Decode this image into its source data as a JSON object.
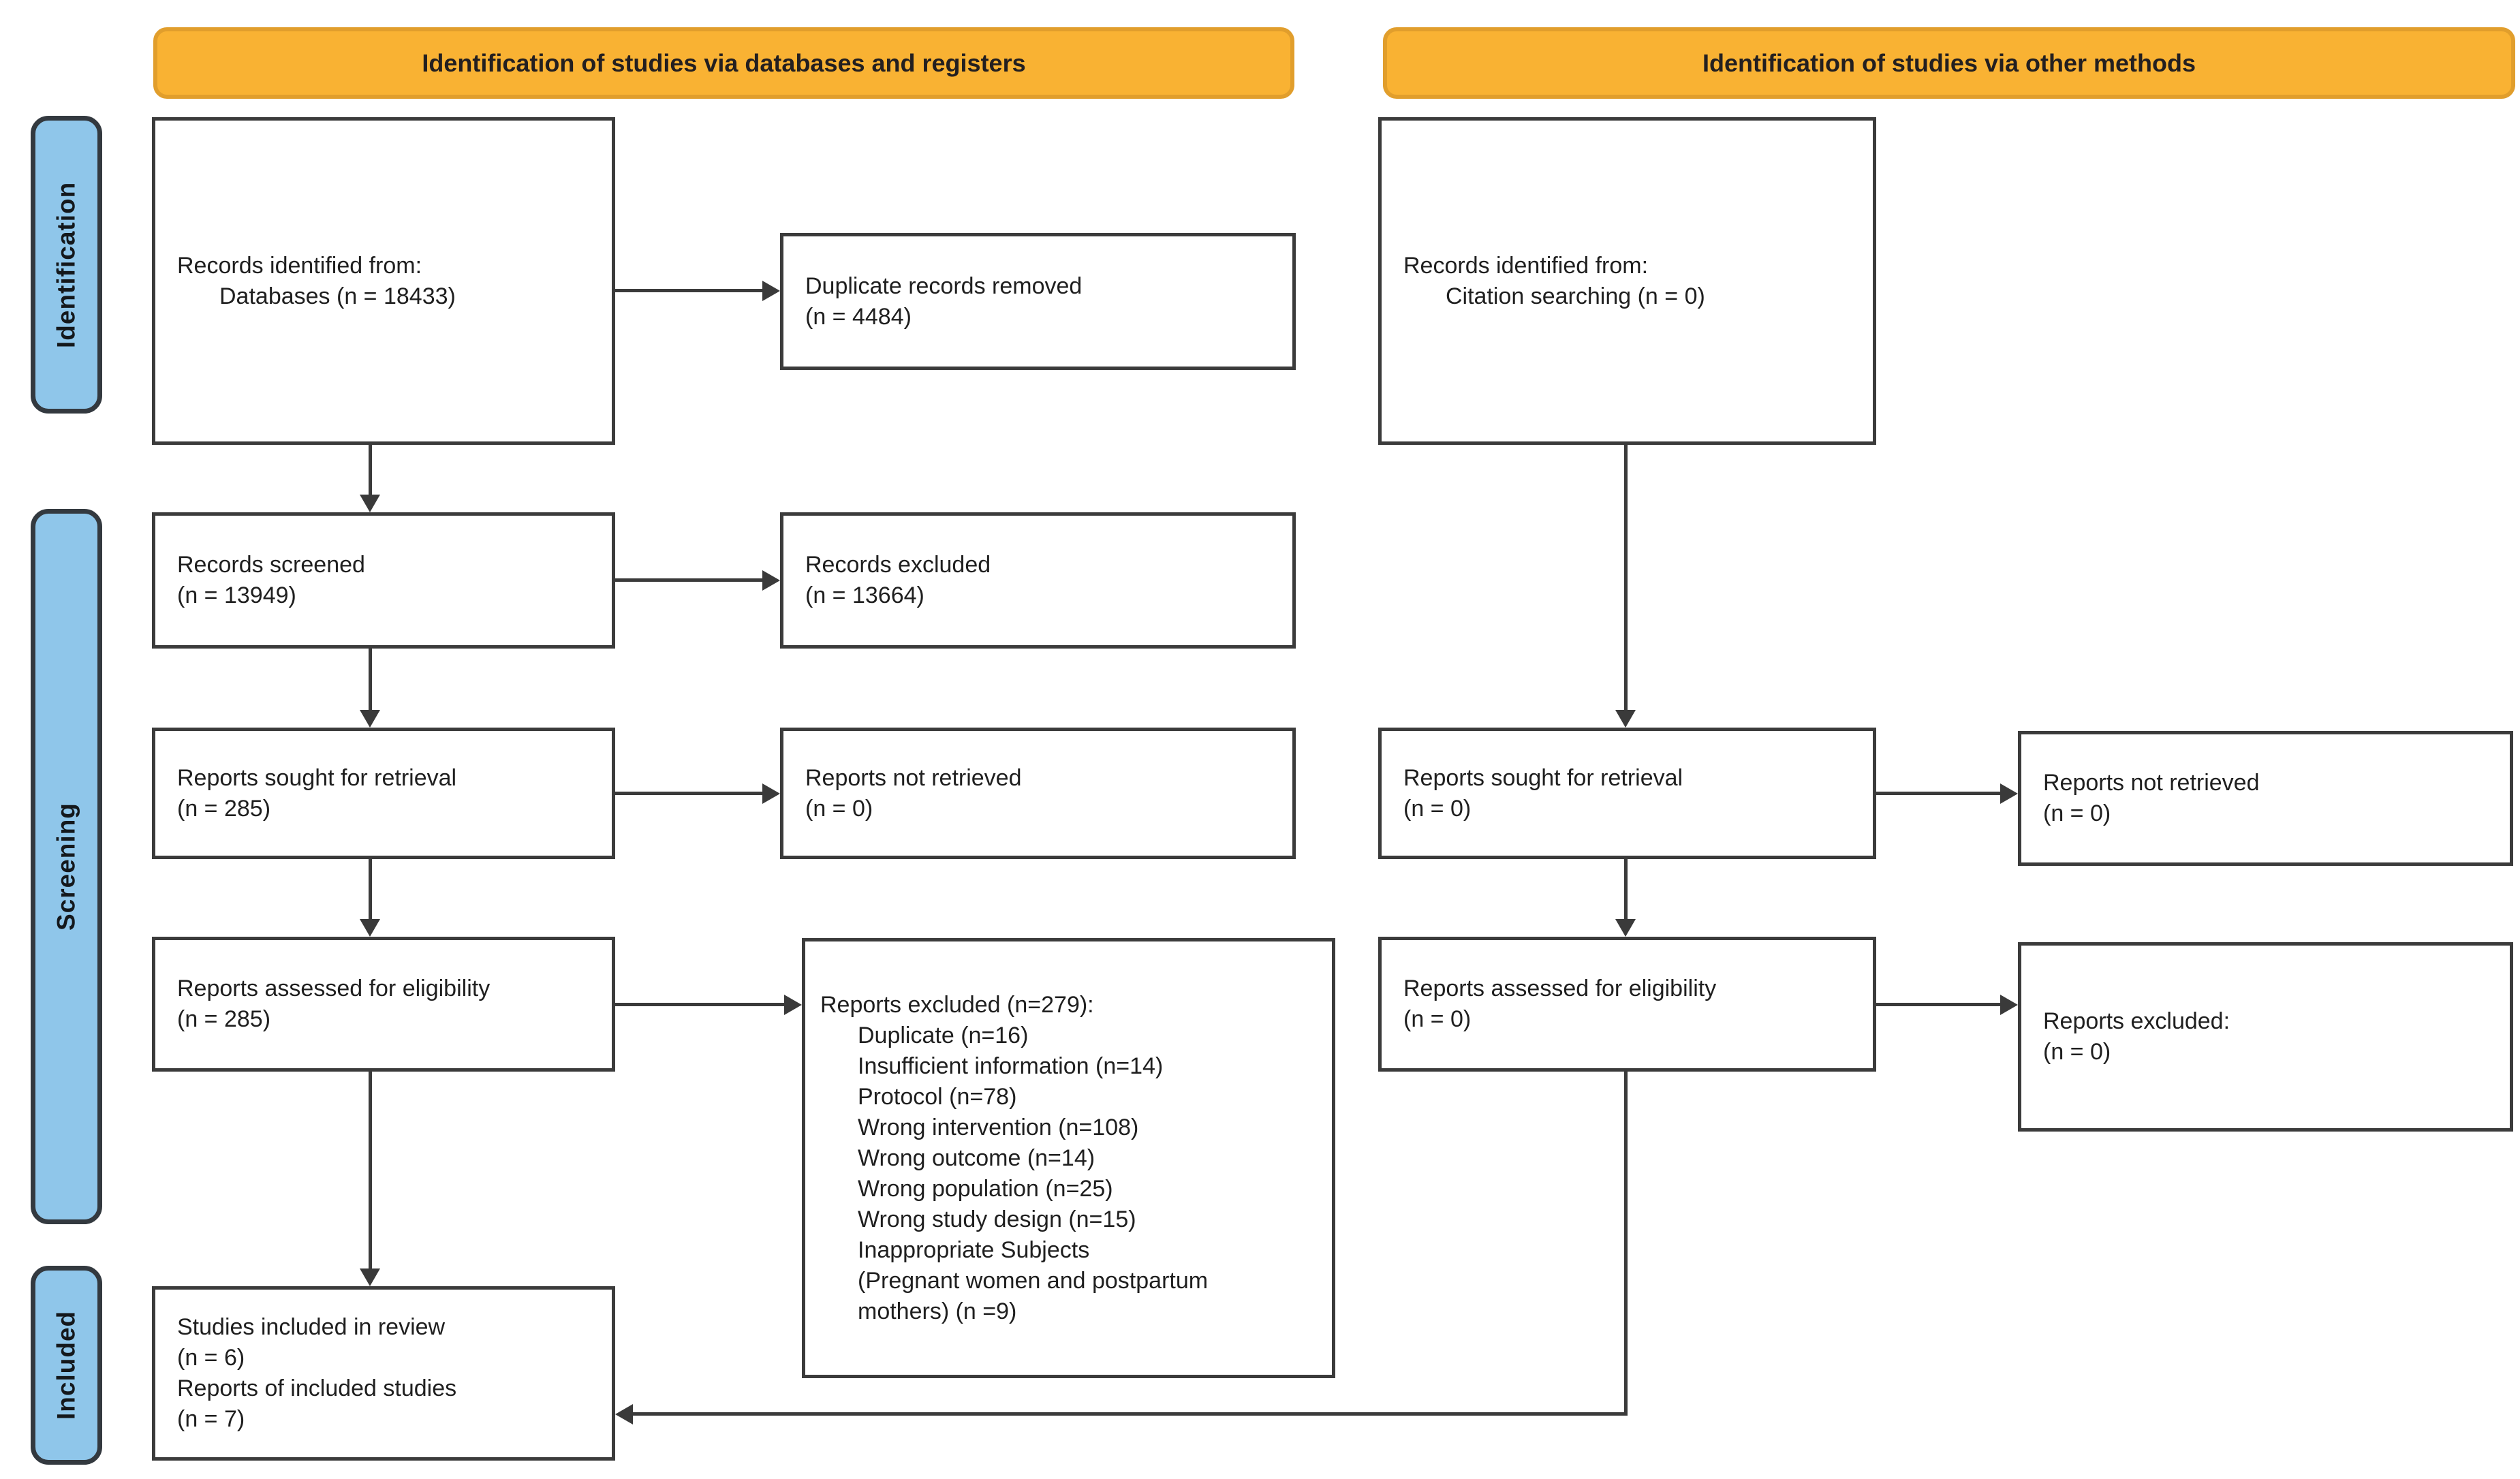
{
  "headers": {
    "left": "Identification of studies via databases and registers",
    "right": "Identification of studies via other methods"
  },
  "stages": {
    "identification": "Identification",
    "screening": "Screening",
    "included": "Included"
  },
  "colors": {
    "banner_fill": "#F9B233",
    "stage_fill": "#8FC6EA",
    "box_border": "#3B3B3B",
    "arrow": "#3A3A3A"
  },
  "left_col": {
    "identified": {
      "lines": [
        "Records identified from:",
        "Databases (n = 18433)"
      ]
    },
    "screened": {
      "lines": [
        "Records screened",
        "(n = 13949)"
      ]
    },
    "sought": {
      "lines": [
        "Reports sought for retrieval",
        "(n = 285)"
      ]
    },
    "assessed": {
      "lines": [
        "Reports assessed for eligibility",
        "(n = 285)"
      ]
    },
    "included": {
      "lines": [
        "Studies included in review",
        "(n = 6)",
        "Reports of included studies",
        "(n = 7)"
      ]
    }
  },
  "mid_col": {
    "duplicates": {
      "lines": [
        "Duplicate records removed",
        "(n = 4484)"
      ]
    },
    "records_excluded": {
      "lines": [
        "Records excluded",
        "(n = 13664)"
      ]
    },
    "not_retrieved": {
      "lines": [
        "Reports not retrieved",
        "(n = 0)"
      ]
    },
    "reports_excluded": {
      "lines": [
        "Reports excluded (n=279):",
        "Duplicate (n=16)",
        "Insufficient information (n=14)",
        "Protocol (n=78)",
        "Wrong intervention (n=108)",
        "Wrong outcome (n=14)",
        "Wrong population (n=25)",
        "Wrong study design (n=15)",
        "Inappropriate Subjects",
        "(Pregnant women and postpartum",
        "mothers) (n =9)"
      ]
    }
  },
  "right_col": {
    "identified": {
      "lines": [
        "Records identified from:",
        "Citation searching (n = 0)"
      ]
    },
    "sought": {
      "lines": [
        "Reports sought for retrieval",
        "(n = 0)"
      ]
    },
    "assessed": {
      "lines": [
        "Reports assessed for eligibility",
        "(n = 0)"
      ]
    },
    "not_retrieved": {
      "lines": [
        "Reports not retrieved",
        "(n = 0)"
      ]
    },
    "reports_excluded": {
      "lines": [
        "Reports excluded:",
        "(n = 0)"
      ]
    }
  }
}
